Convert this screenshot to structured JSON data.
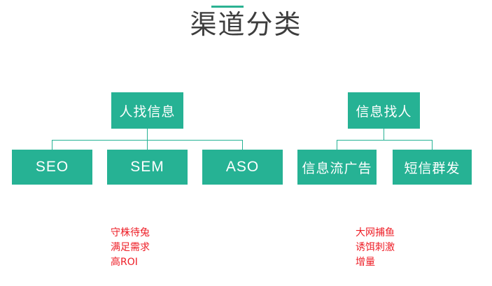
{
  "page": {
    "title": "渠道分类",
    "accent_color": "#2bb292",
    "node_color": "#26b294",
    "note_color": "#ee1c25"
  },
  "diagram": {
    "groups": [
      {
        "id": "left",
        "parent": "人找信息",
        "children": [
          "SEO",
          "SEM",
          "ASO"
        ],
        "note": "守株待兔\n满足需求\n高ROI"
      },
      {
        "id": "right",
        "parent": "信息找人",
        "children": [
          "信息流广告",
          "短信群发"
        ],
        "note": "大网捕鱼\n诱饵刺激\n增量"
      }
    ]
  }
}
